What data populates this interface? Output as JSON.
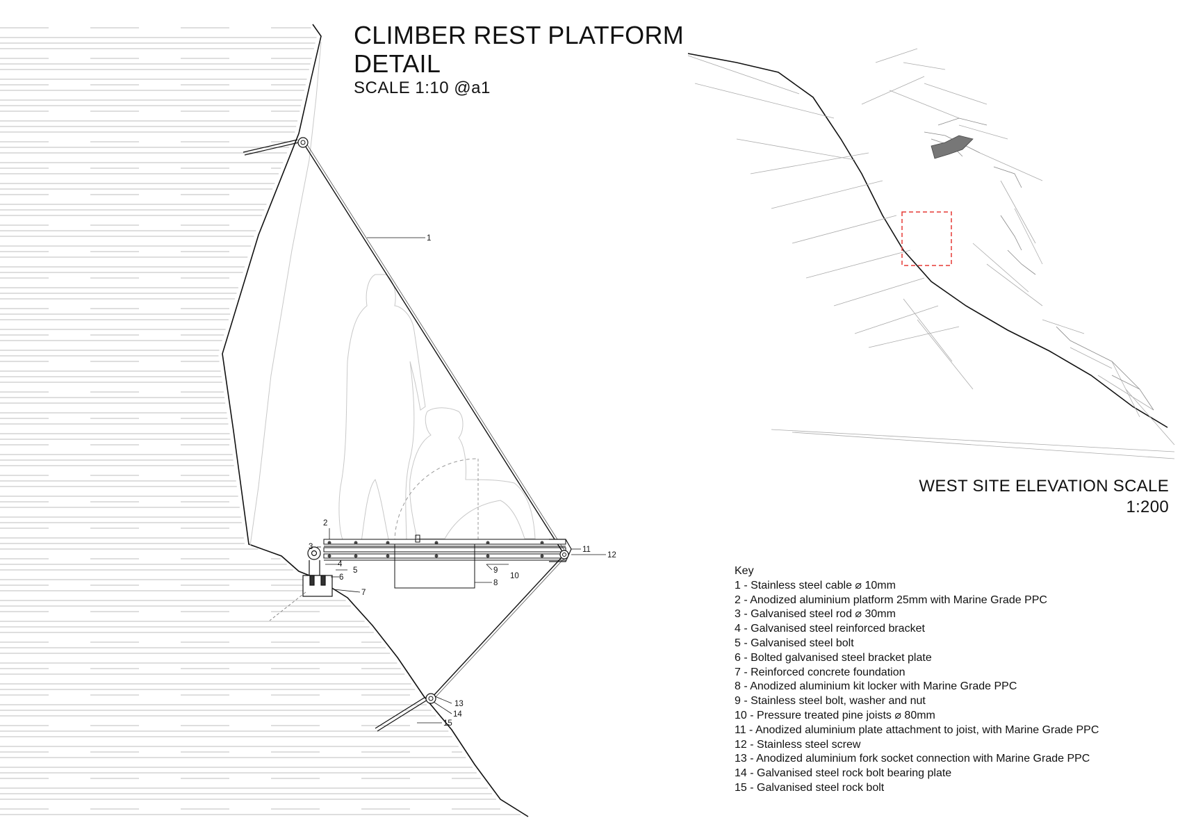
{
  "detail": {
    "title_line1": "CLIMBER REST PLATFORM",
    "title_line2": "DETAIL",
    "scale": "SCALE 1:10 @a1"
  },
  "elevation": {
    "title_line1": "WEST SITE ELEVATION SCALE",
    "title_line2": "1:200"
  },
  "callouts": [
    "1",
    "2",
    "3",
    "4",
    "5",
    "6",
    "7",
    "8",
    "9",
    "10",
    "11",
    "12",
    "13",
    "14",
    "15"
  ],
  "key": {
    "heading": "Key",
    "items": [
      "1 - Stainless steel cable ⌀ 10mm",
      "2 - Anodized aluminium platform 25mm with Marine Grade PPC",
      "3 - Galvanised steel rod ⌀ 30mm",
      "4 - Galvanised steel reinforced bracket",
      "5 - Galvanised steel bolt",
      "6 - Bolted galvanised steel bracket plate",
      "7 - Reinforced concrete foundation",
      "8 - Anodized aluminium kit locker with Marine Grade PPC",
      "9 - Stainless steel bolt, washer and nut",
      "10 - Pressure treated pine joists ⌀ 80mm",
      "11 - Anodized aluminium plate attachment to joist, with Marine Grade PPC",
      "12 - Stainless steel screw",
      "13 - Anodized aluminium fork socket connection with Marine Grade PPC",
      "14 - Galvanised steel rock bolt bearing plate",
      "15 - Galvanised steel rock bolt"
    ]
  },
  "colors": {
    "ink": "#111111",
    "hatch": "#bdbdbd",
    "figure": "#c8c8c8",
    "highlight": "#e53935"
  }
}
